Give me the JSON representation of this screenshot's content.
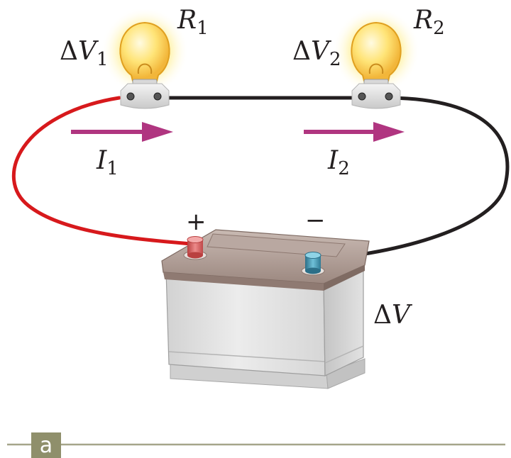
{
  "labels": {
    "r1": {
      "main": "R",
      "sub": "1"
    },
    "r2": {
      "main": "R",
      "sub": "2"
    },
    "dv1": {
      "delta": "Δ",
      "main": "V",
      "sub": "1"
    },
    "dv2": {
      "delta": "Δ",
      "main": "V",
      "sub": "2"
    },
    "i1": {
      "main": "I",
      "sub": "1"
    },
    "i2": {
      "main": "I",
      "sub": "2"
    },
    "dv": {
      "delta": "Δ",
      "main": "V"
    },
    "plus": "+",
    "minus": "−",
    "panel": "a"
  },
  "colors": {
    "positive_wire": "#d7191c",
    "negative_wire": "#231f20",
    "current_arrow": "#b03580",
    "bulb_glow": "#ffe98a",
    "battery_body": "#dcdcdc",
    "battery_lid": "#a89690",
    "terminal_positive": "#d25a5a",
    "terminal_negative": "#3b8ca8",
    "panel_badge": "#8f8f6b"
  }
}
